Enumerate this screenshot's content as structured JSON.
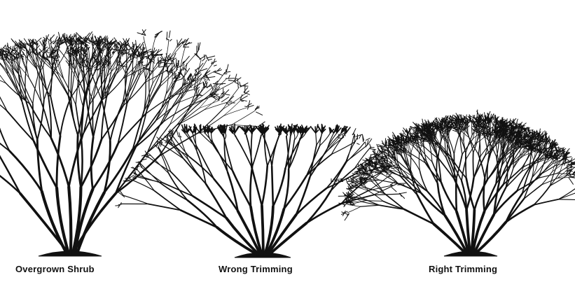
{
  "figure": {
    "panels": [
      {
        "id": "overgrown",
        "caption": "Overgrown Shrub"
      },
      {
        "id": "wrong",
        "caption": "Wrong Trimming"
      },
      {
        "id": "right",
        "caption": "Right Trimming"
      }
    ],
    "cut_line_label": "LINE OF CUT",
    "ink_color": "#111111",
    "background_color": "#ffffff"
  }
}
